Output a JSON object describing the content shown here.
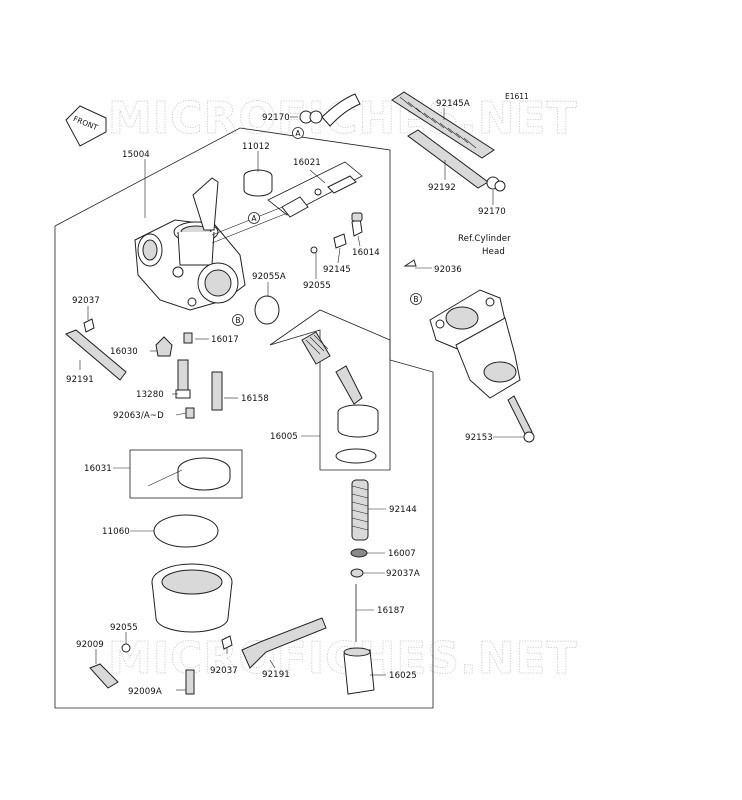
{
  "watermark": {
    "text_top": "MICROFICHES.NET",
    "text_bottom": "MICROFICHES.NET"
  },
  "diagram_code": "E1611",
  "front_arrow": "FRONT",
  "ref_label": {
    "line1": "Ref.Cylinder",
    "line2": "Head"
  },
  "circle_refs": {
    "a": "A",
    "b": "B"
  },
  "parts": {
    "p15004": "15004",
    "p11012": "11012",
    "p16021": "16021",
    "p92170_top": "92170",
    "p92145A": "92145A",
    "p92192": "92192",
    "p92170_bottom": "92170",
    "p16014": "16014",
    "p92145": "92145",
    "p92055A": "92055A",
    "p92055_top": "92055",
    "p92036": "92036",
    "p92037_left": "92037",
    "p16017": "16017",
    "p16030": "16030",
    "p92191_left": "92191",
    "p13280": "13280",
    "p16158": "16158",
    "p92063": "92063/A~D",
    "p16005": "16005",
    "p92153": "92153",
    "p16031": "16031",
    "p92144": "92144",
    "p11060": "11060",
    "p16007": "16007",
    "p92037A": "92037A",
    "p16187": "16187",
    "p92055_bottom": "92055",
    "p92009": "92009",
    "p92037_bottom": "92037",
    "p92191_bottom": "92191",
    "p16025": "16025",
    "p92009A": "92009A"
  }
}
